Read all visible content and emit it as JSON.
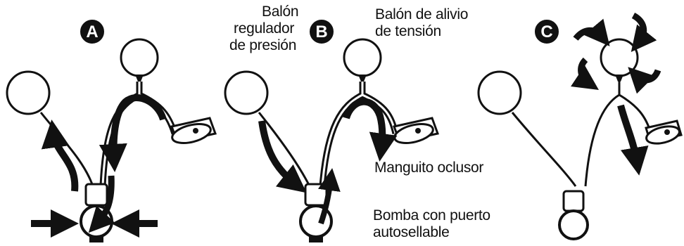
{
  "panels": [
    {
      "id": "A",
      "badge": "A"
    },
    {
      "id": "B",
      "badge": "B"
    },
    {
      "id": "C",
      "badge": "C"
    }
  ],
  "labels": {
    "pressure_balloon": [
      "Balón",
      "regulador",
      "de presión"
    ],
    "relief_balloon": [
      "Balón de alivio",
      "de tensión"
    ],
    "cuff": "Manguito oclusor",
    "pump": [
      "Bomba con puerto",
      "autosellable"
    ]
  },
  "colors": {
    "ink": "#111111",
    "paper": "#ffffff"
  }
}
